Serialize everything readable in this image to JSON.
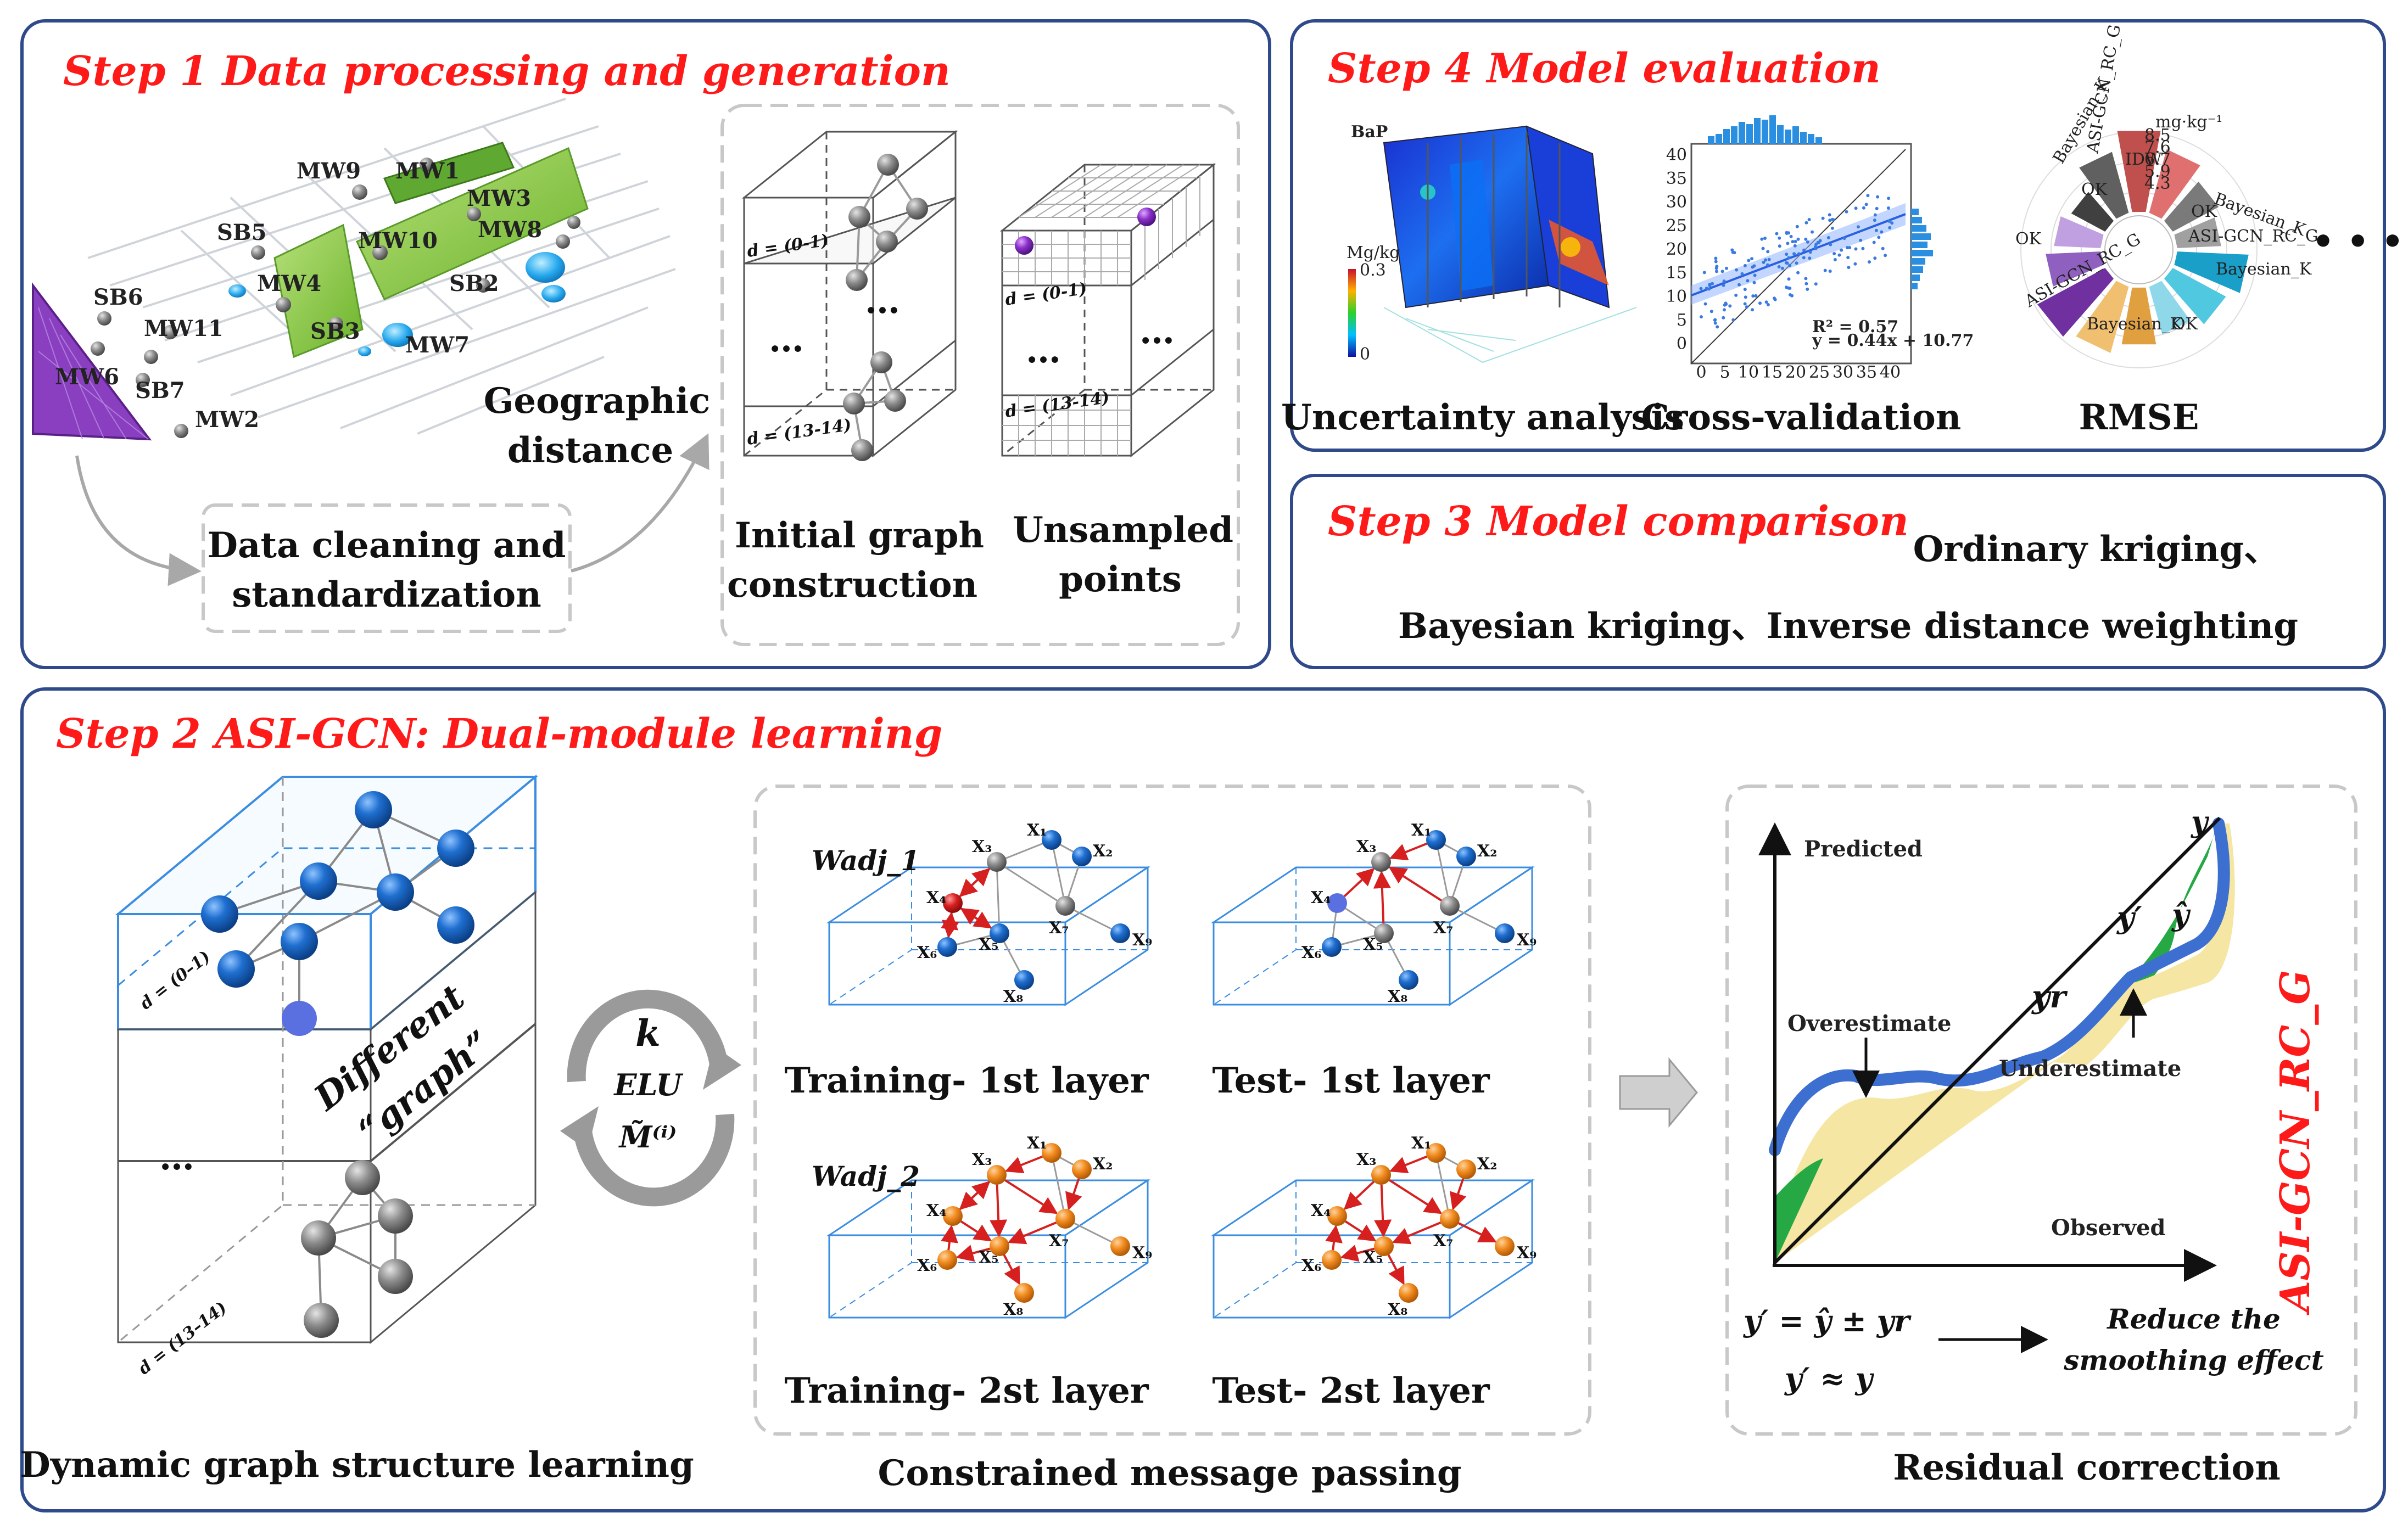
{
  "colors": {
    "step_red": "#ff1a1a",
    "panel_border": "#2f4a8a",
    "node_blue": "#1f6fd0",
    "node_gray": "#8c8c8c",
    "node_orange": "#f08a1e",
    "node_red": "#d81e1e",
    "edge_red": "#d62020",
    "green_area": "#26a844",
    "yellow_area": "#f5e6a3",
    "blue_band": "#3d6fd1"
  },
  "step1": {
    "title": "Step 1 Data processing and generation",
    "well_labels": [
      "MW9",
      "MW1",
      "MW3",
      "MW8",
      "SB5",
      "MW10",
      "MW4",
      "SB2",
      "SB6",
      "MW11",
      "SB3",
      "MW7",
      "MW6",
      "SB7",
      "MW2"
    ],
    "geo_distance": [
      "Geographic",
      "distance"
    ],
    "cleaning": [
      "Data cleaning and",
      "standardization"
    ],
    "initial_graph": [
      "Initial graph",
      "construction"
    ],
    "unsampled": [
      "Unsampled",
      "points"
    ],
    "depth_top": "d = (0-1)",
    "depth_bottom": "d = (13-14)",
    "ellipsis": "…"
  },
  "step4": {
    "title": "Step 4 Model evaluation",
    "captions": [
      "Uncertainty analysis",
      "Cross-validation",
      "RMSE"
    ],
    "more": "• • •",
    "uncertainty": {
      "compound": "BaP",
      "unit": "Mg/kg",
      "scale_max": "0.3",
      "scale_min": "0"
    },
    "crossval": {
      "y_ticks": [
        "40",
        "35",
        "30",
        "25",
        "20",
        "15",
        "10",
        "5",
        "0"
      ],
      "x_ticks": [
        "0",
        "5",
        "10",
        "15",
        "20",
        "25",
        "30",
        "35",
        "40"
      ],
      "r2": "R² = 0.57",
      "equation": "y = 0.44x + 10.77"
    },
    "rmse": {
      "unit": "mg·kg⁻¹",
      "ticks": [
        "8.5",
        "7.6",
        "6.7",
        "5.9",
        "4.3"
      ],
      "labels": [
        "Bayesian_K",
        "OK",
        "ASI-GCN_RC_G",
        "IDW",
        "Bayesian_K",
        "OK",
        "ASI-GCN_RC_G",
        "Bayesian_K",
        "OK",
        "ASI-GCN_RC_G",
        "Bayesian_K",
        "OK"
      ]
    }
  },
  "step3": {
    "title": "Step 3 Model comparison",
    "line1": "Ordinary kriging、",
    "line2": "Bayesian kriging、Inverse distance weighting"
  },
  "step2": {
    "title": "Step 2 ASI-GCN: Dual-module learning",
    "graph_caption": "Dynamic graph structure learning",
    "different": "Different",
    "graph_word": "“graph”",
    "depth_top": "d = (0–1)",
    "depth_bottom": "d = (13–14)",
    "ellipsis": "…",
    "cycle": {
      "k": "k",
      "elu": "ELU",
      "m": "M̃⁽ⁱ⁾"
    },
    "message_caption": "Constrained message passing",
    "w1": "Wadj_1",
    "w2": "Wadj_2",
    "node_labels": [
      "X₁",
      "X₂",
      "X₃",
      "X₄",
      "X₅",
      "X₆",
      "X₇",
      "X₈",
      "X₉"
    ],
    "sub_captions": [
      "Training- 1st layer",
      "Test- 1st layer",
      "Training- 2st layer",
      "Test- 2st layer"
    ],
    "residual_caption": "Residual correction",
    "predicted": "Predicted",
    "observed": "Observed",
    "y": "y",
    "y_prime": "y′",
    "y_hat": "ŷ",
    "y_r": "yr",
    "overestimate": "Overestimate",
    "underestimate": "Underestimate",
    "model_name": "ASI-GCN_RC_G",
    "eq1": "y′ = ŷ ± yr",
    "eq2": "y′ ≈ y",
    "reduce": [
      "Reduce the",
      "smoothing effect"
    ]
  }
}
